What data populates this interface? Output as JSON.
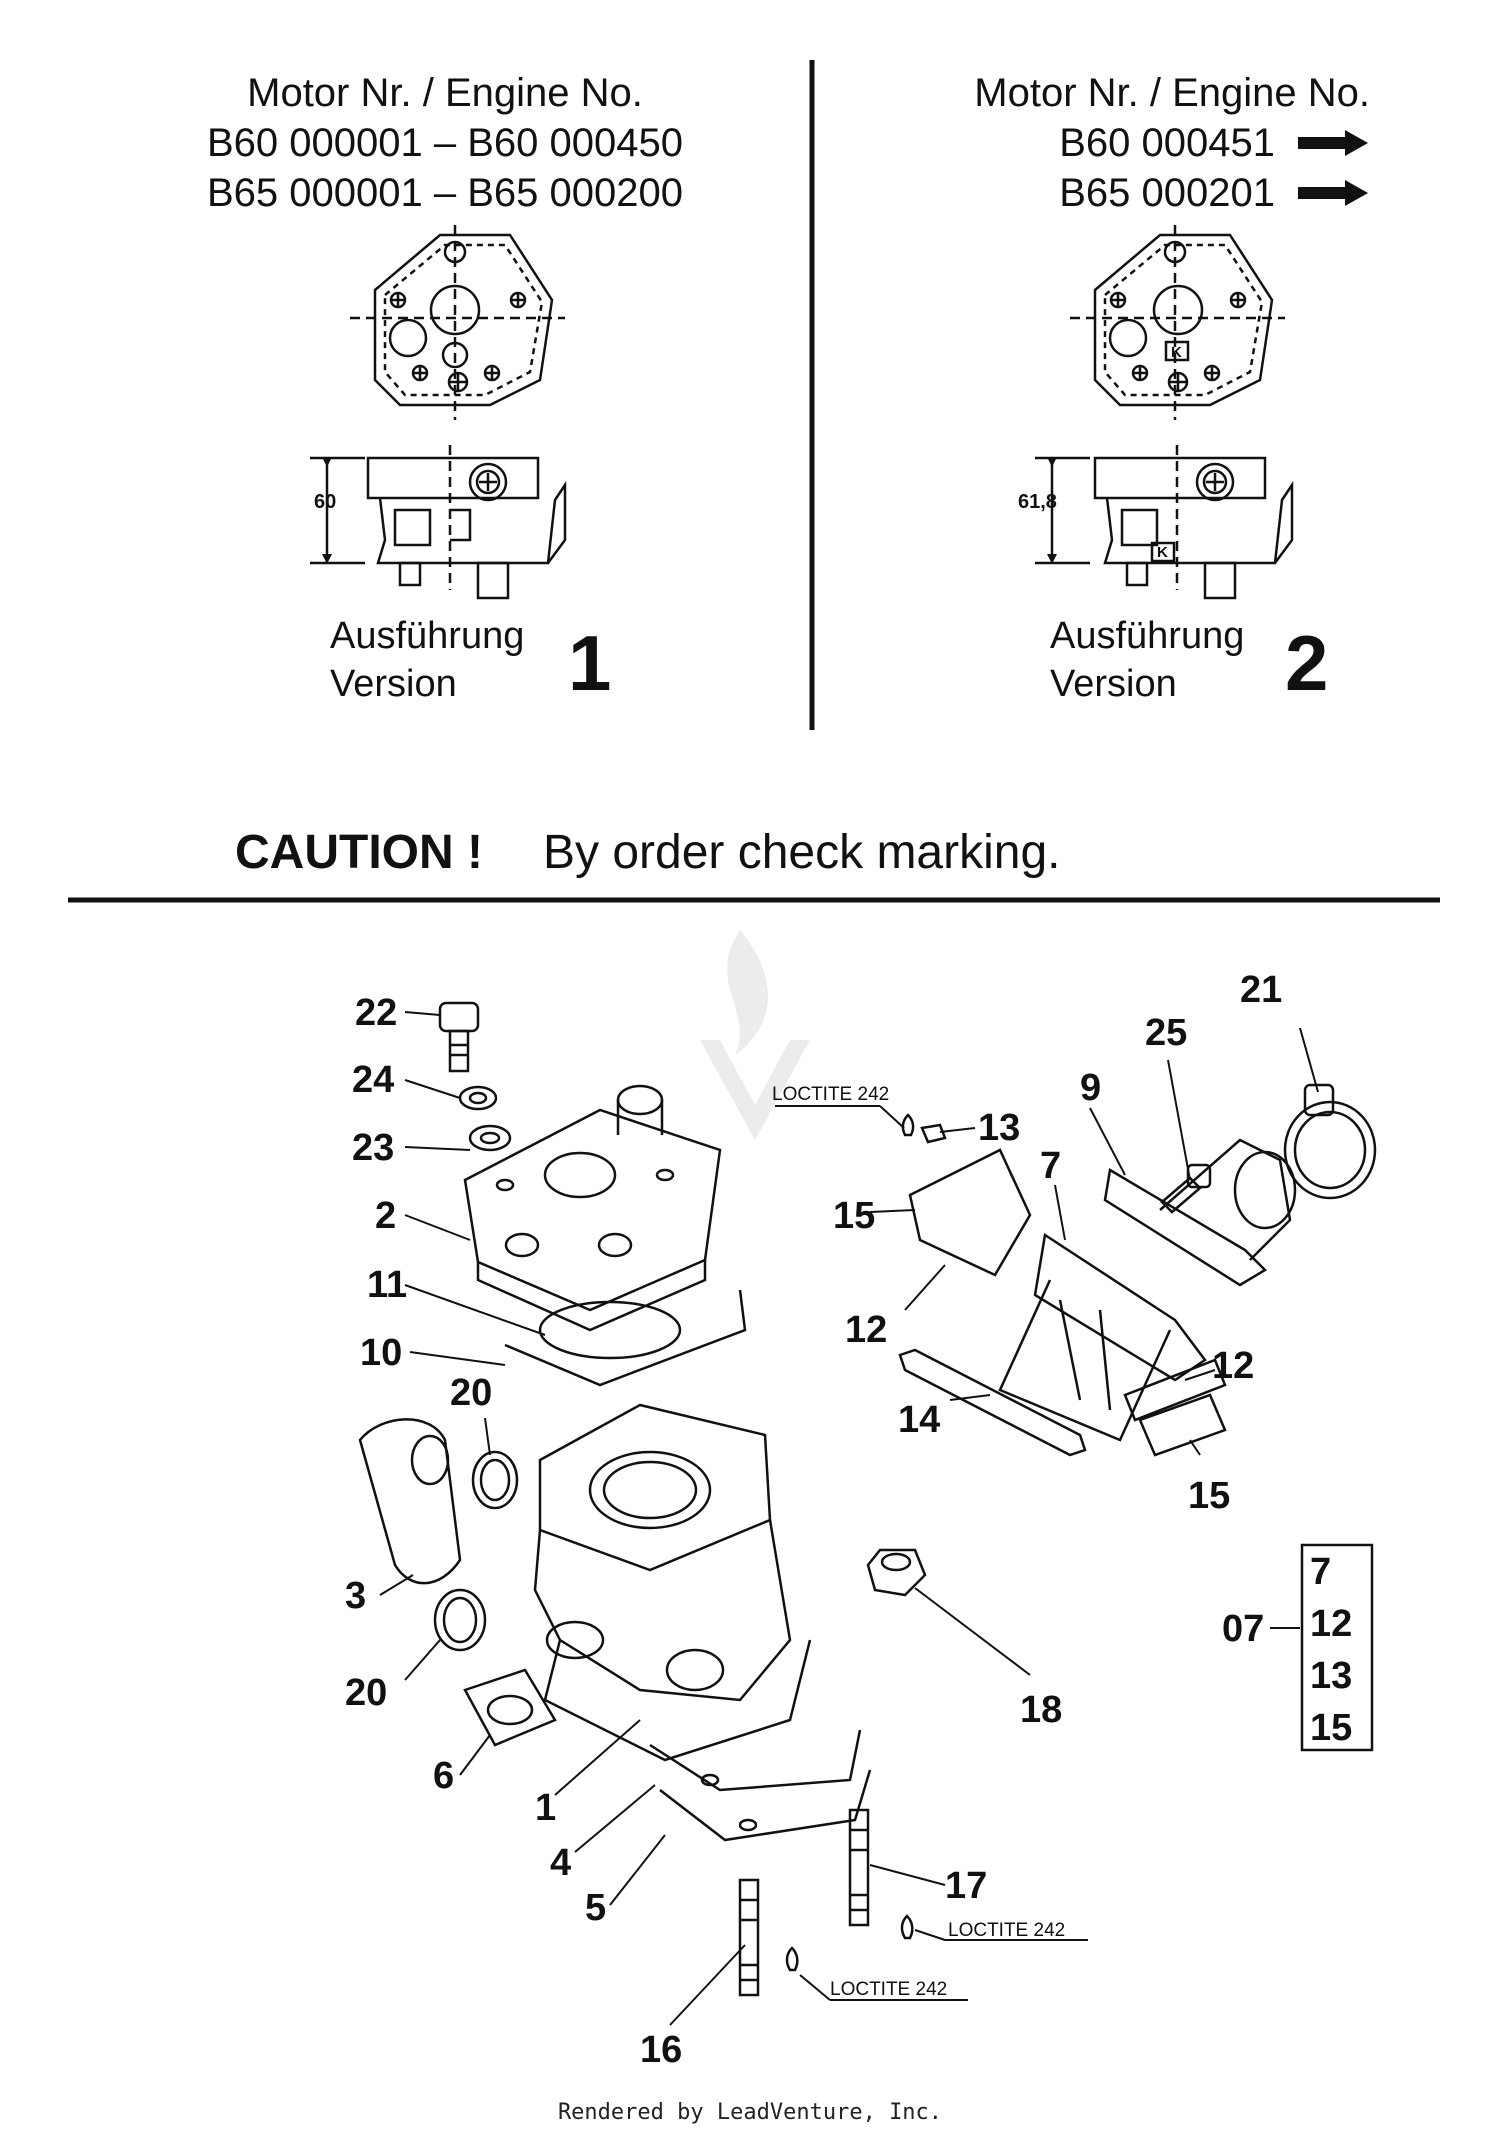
{
  "left": {
    "engine_label": "Motor Nr. / Engine No.",
    "range1": "B60 000001 – B60 000450",
    "range2": "B65 000001 – B65 000200",
    "dim": "60",
    "version_de": "Ausführung",
    "version_en": "Version",
    "version_num": "1"
  },
  "right": {
    "engine_label": "Motor Nr. / Engine No.",
    "range1": "B60 000451",
    "range2": "B65 000201",
    "dim": "61,8",
    "marking": "K",
    "version_de": "Ausführung",
    "version_en": "Version",
    "version_num": "2"
  },
  "caution": {
    "label": "CAUTION !",
    "text": "By order check marking."
  },
  "callouts": [
    "22",
    "24",
    "23",
    "2",
    "11",
    "10",
    "20",
    "3",
    "20",
    "6",
    "1",
    "4",
    "5",
    "16",
    "17",
    "18",
    "13",
    "21",
    "25",
    "9",
    "7",
    "15",
    "12",
    "14",
    "12",
    "15"
  ],
  "loctite_label": "LOCTITE 242",
  "kit": {
    "ref": "07",
    "items": [
      "7",
      "12",
      "13",
      "15"
    ]
  },
  "footer": "Rendered by LeadVenture, Inc.",
  "colors": {
    "ink": "#111111",
    "watermark": "#e6e6e6",
    "background": "#ffffff"
  }
}
